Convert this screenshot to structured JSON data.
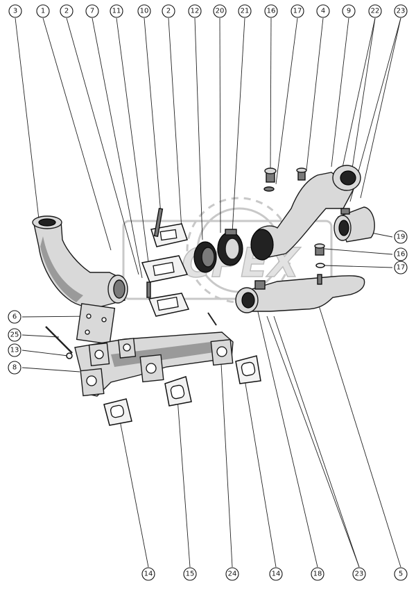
{
  "diagram": {
    "top_callouts": [
      "3",
      "1",
      "2",
      "7",
      "11",
      "10",
      "2",
      "12",
      "20",
      "21",
      "16",
      "17",
      "4",
      "9",
      "22",
      "23"
    ],
    "right_callouts": [
      "19",
      "16",
      "17"
    ],
    "left_callouts": [
      "6",
      "25",
      "13",
      "8"
    ],
    "bottom_callouts": [
      "14",
      "15",
      "24",
      "14",
      "18",
      "23",
      "5"
    ],
    "watermark": "CPEX"
  }
}
